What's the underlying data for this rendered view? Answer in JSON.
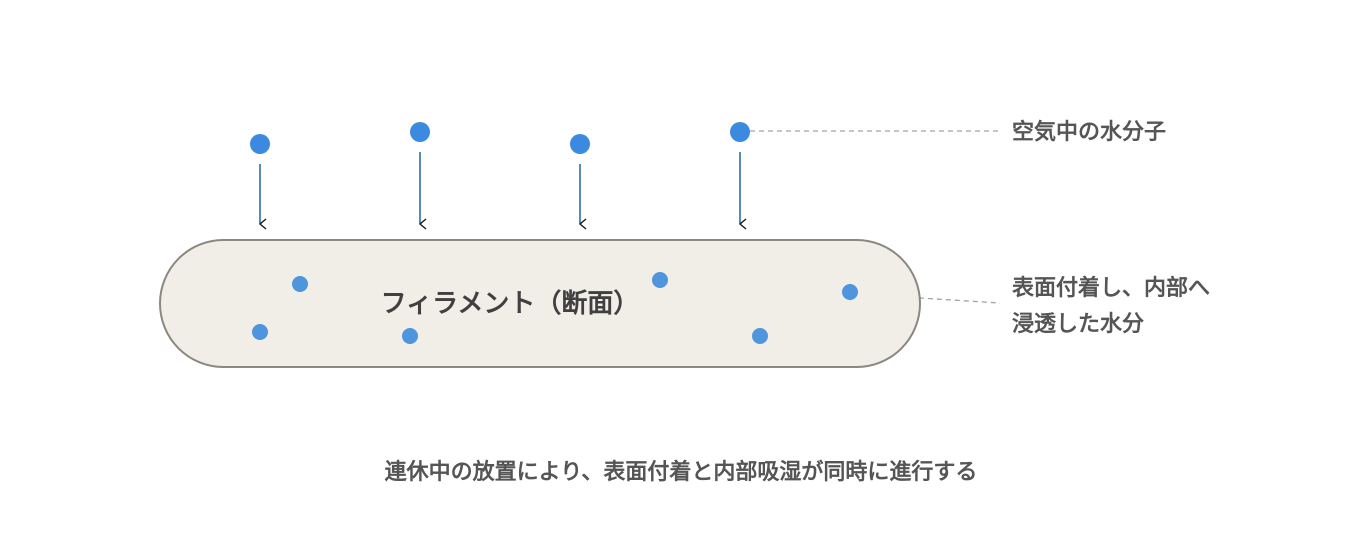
{
  "colors": {
    "background": "#ffffff",
    "molecule_air": "#3b8ae0",
    "molecule_inner": "#4f95dd",
    "arrow": "#2c6fa3",
    "arrow_head": "#1a1a1a",
    "filament_fill": "#f1eee8",
    "filament_stroke": "#8c8780",
    "leader_line": "#a3a3a3",
    "text": "#555555",
    "filament_text": "#404040"
  },
  "labels": {
    "air_molecules": "空気中の水分子",
    "absorbed_line1": "表面付着し、内部へ",
    "absorbed_line2": "浸透した水分",
    "filament": "フィラメント（断面）",
    "caption": "連休中の放置により、表面付着と内部吸湿が同時に進行する"
  }
}
